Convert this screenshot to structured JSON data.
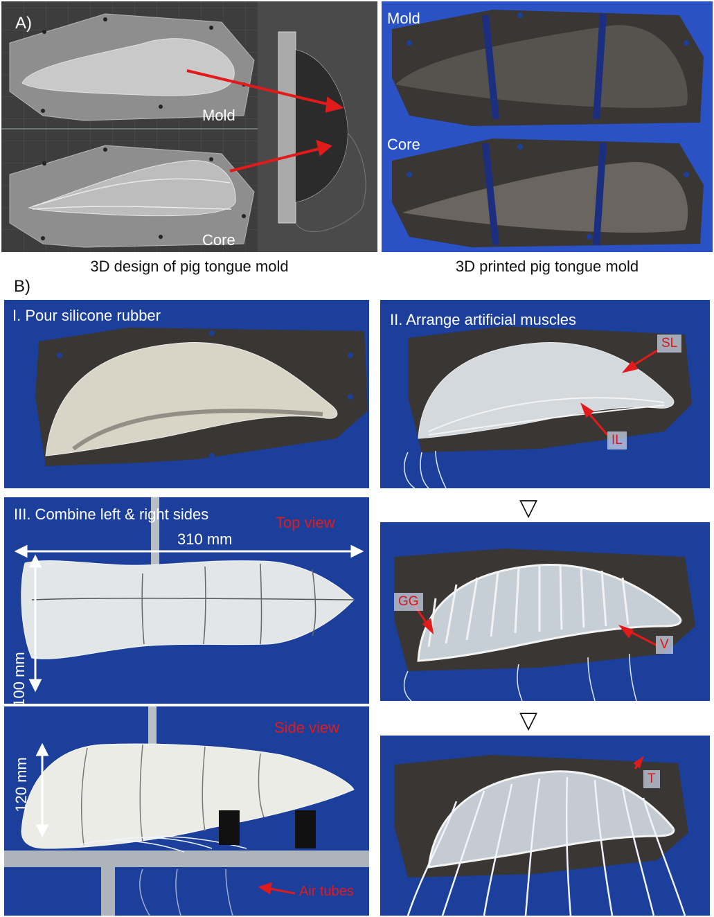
{
  "panel_a": {
    "letter": "A)",
    "left_caption": "3D design of pig tongue mold",
    "right_caption": "3D printed pig tongue mold",
    "cad_mold_label": "Mold",
    "cad_core_label": "Core",
    "photo_mold_label": "Mold",
    "photo_core_label": "Core"
  },
  "panel_b": {
    "letter": "B)",
    "step1": "I. Pour silicone rubber",
    "step2": "II. Arrange artificial muscles",
    "step3": "III. Combine left & right sides",
    "top_view": "Top view",
    "side_view": "Side view",
    "length": "310 mm",
    "width": "100 mm",
    "height": "120 mm",
    "air_tubes": "Air tubes",
    "tags": {
      "sl": "SL",
      "il": "IL",
      "gg": "GG",
      "v": "V",
      "t": "T"
    },
    "arrow_glyph": "▽"
  },
  "colors": {
    "annotation_red": "#e11b1b",
    "photo_blue": "#1b3f9a",
    "cad_gray": "#3e3e3e",
    "mold_dark": "#3a3633"
  }
}
